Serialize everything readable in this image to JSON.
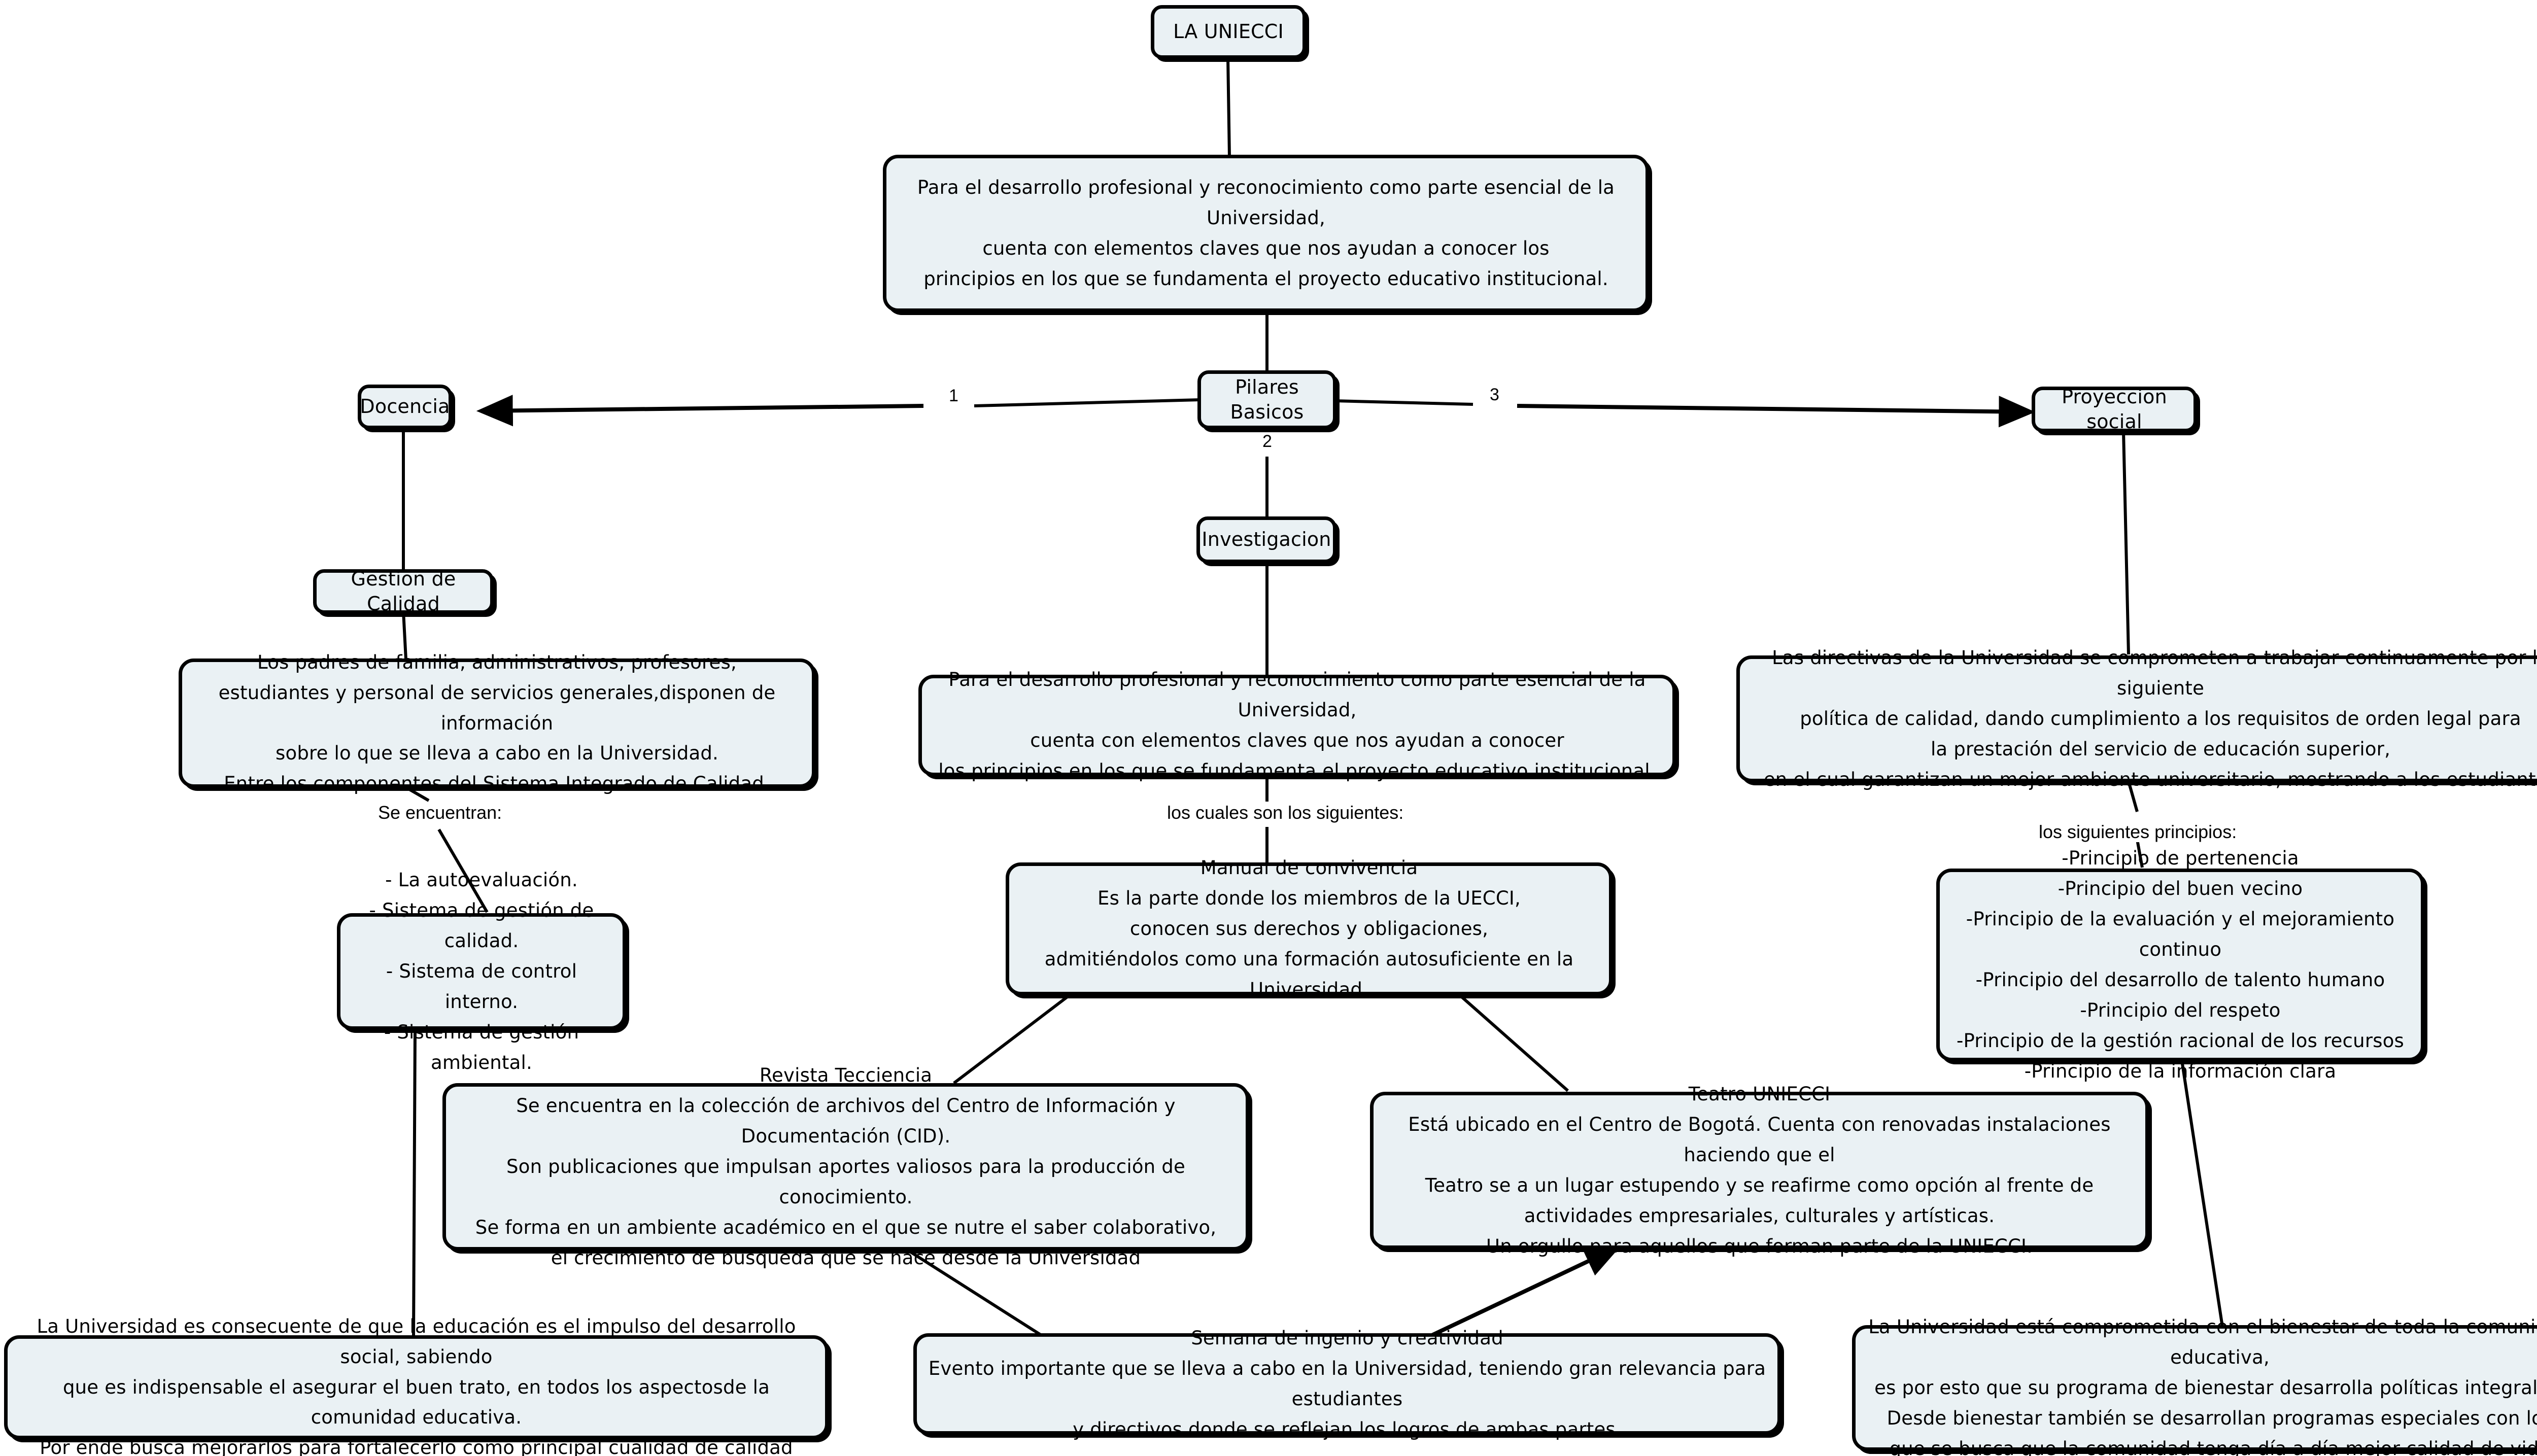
{
  "diagram": {
    "title": "LA UNIECCI",
    "type": "concept-map",
    "style": {
      "node_fill": "#eaf1f4",
      "node_border": "#000000",
      "background": "#ffffff",
      "edge_color": "#000000"
    }
  },
  "nodes": {
    "root": "LA UNIECCI",
    "intro": "Para el desarrollo profesional y reconocimiento como parte esencial de la Universidad,\ncuenta con elementos claves que nos ayudan a conocer los\nprincipios en los que se fundamenta el proyecto educativo institucional.",
    "pilares": "Pilares Basicos",
    "docencia": "Docencia",
    "investigacion": "Investigacion",
    "proyeccion": "Proyeccion social",
    "gestion_calidad": "Gestion de Calidad",
    "calidad_desc": "Los padres de familia, administrativos, profesores,\nestudiantes y personal de servicios generales,disponen de información\nsobre lo que se lleva a cabo en la Universidad.\nEntre los componentes del Sistema Integrado de Calidad.",
    "calidad_lista": "- La autoevaluación.\n- Sistema de gestión de calidad.\n- Sistema de control interno.\n- Sistema de gestión ambiental.",
    "investigacion_desc": "Para el desarrollo profesional y reconocimiento como parte esencial de la Universidad,\ncuenta con elementos claves que nos ayudan a conocer\nlos principios en los que se fundamenta el proyecto educativo institucional.",
    "manual": "Manual de convivencia\nEs la parte donde los miembros de la UECCI,\nconocen sus derechos y obligaciones,\nadmitiéndolos como una formación autosuficiente en la Universidad.",
    "revista": "Revista Tecciencia\nSe encuentra en la colección de archivos del Centro de Información y Documentación (CID).\nSon publicaciones que impulsan aportes valiosos para la producción de conocimiento.\nSe forma en un ambiente académico en el que se nutre el saber colaborativo,\nel crecimiento de búsqueda que se hace desde la Universidad",
    "teatro": "Teatro UNIECCI\nEstá ubicado en el Centro de Bogotá. Cuenta con renovadas instalaciones haciendo que el\nTeatro se a un lugar estupendo y se reafirme como opción al frente de\nactividades empresariales, culturales y artísticas.\nUn orgullo para aquellos que forman parte de la UNIECCI.",
    "directivas": "Las directivas de la Universidad se comprometen a trabajar continuamente por la siguiente\npolítica de calidad, dando cumplimiento a los requisitos de orden legal para\nla prestación del servicio de educación superior,\nen el cual garantizan un mejor ambiente universitario, mostrando a los estudiantes",
    "principios": "-Principio de pertenencia\n-Principio del buen vecino\n-Principio de la evaluación y el mejoramiento continuo\n-Principio del desarrollo de talento humano\n-Principio del respeto\n-Principio de la gestión racional de los recursos\n-Principio de la información clara",
    "bottom_left": "La Universidad es consecuente de que la educación es el impulso del desarrollo social, sabiendo\nque es indispensable el asegurar el buen trato, en todos los aspectosde la comunidad educativa.\nPor ende busca mejorarlos para fortalecerlo como principal cualidad de calidad",
    "semana": "Semana de ingenio y creatividad\nEvento importante que se lleva a cabo en la Universidad, teniendo gran relevancia para estudiantes\ny directivos donde se reflejan los logros de ambas partes.",
    "bottom_right": "La Universidad está comprometida con el bienestar de toda la comunidad educativa,\nes por esto que su programa de bienestar desarrolla políticas integrales.\nDesde bienestar también se desarrollan programas especiales con los\nque se busca que la comunidad tenga día a día mejor calidad de vida"
  },
  "edge_labels": {
    "one": "1",
    "two": "2",
    "three": "3",
    "se_encuentran": "Se encuentran:",
    "los_cuales": "los cuales son los siguientes:",
    "los_siguientes": "los siguientes principios:"
  }
}
